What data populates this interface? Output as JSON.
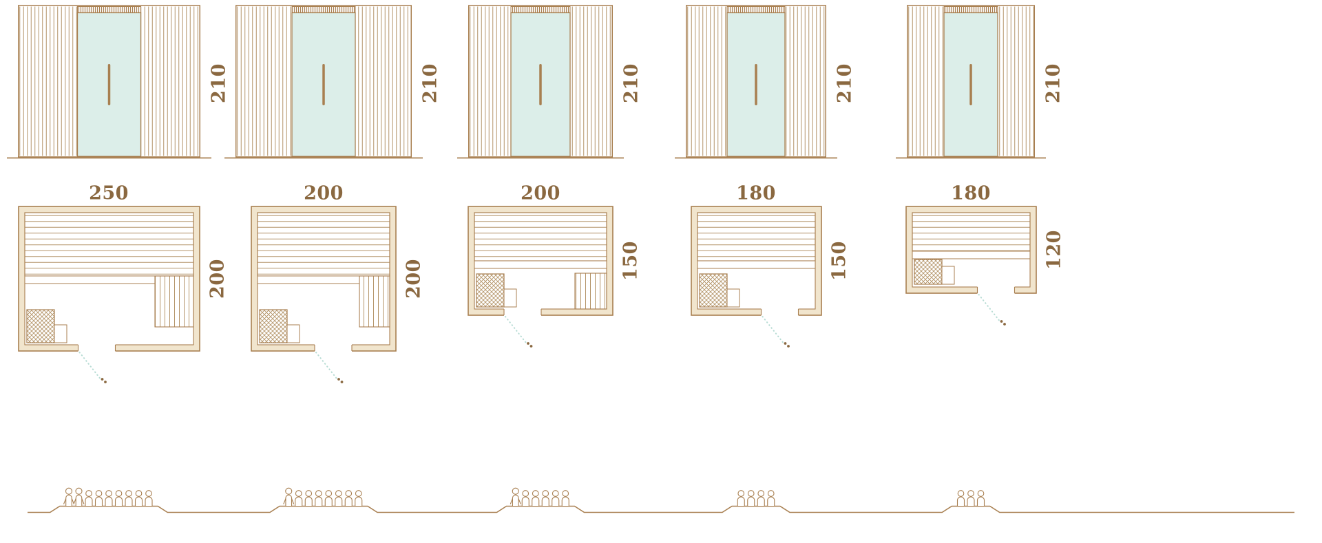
{
  "colors": {
    "line": "#a87f50",
    "line_soft": "#b39367",
    "text": "#8a6840",
    "glass": "#dceee9",
    "wall_fill": "#f1e5cd",
    "swing": "#b7dcd4"
  },
  "saunas": [
    {
      "height_label": "210",
      "width_label": "250",
      "depth_label": "200",
      "capacity": 9
    },
    {
      "height_label": "210",
      "width_label": "200",
      "depth_label": "200",
      "capacity": 8
    },
    {
      "height_label": "210",
      "width_label": "200",
      "depth_label": "150",
      "capacity": 6
    },
    {
      "height_label": "210",
      "width_label": "180",
      "depth_label": "150",
      "capacity": 4
    },
    {
      "height_label": "210",
      "width_label": "180",
      "depth_label": "120",
      "capacity": 3
    }
  ]
}
